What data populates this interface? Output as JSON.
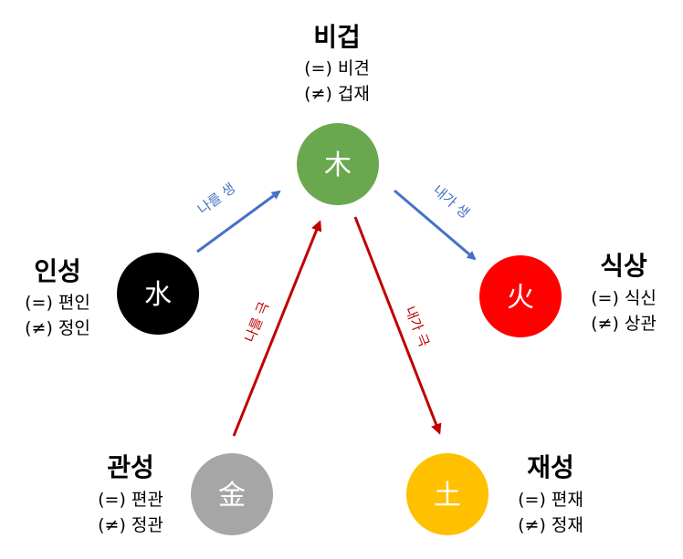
{
  "colors": {
    "wood": "#6aa84f",
    "fire": "#ff0000",
    "earth": "#ffc000",
    "metal": "#a6a6a6",
    "water": "#000000",
    "generate_arrow": "#4472c4",
    "control_arrow": "#c00000"
  },
  "elements": {
    "wood": "木",
    "fire": "火",
    "earth": "土",
    "metal": "金",
    "water": "水"
  },
  "groups": {
    "bigeop": {
      "title": "비겁",
      "same": "(=) 비견",
      "diff": "(≠) 겁재"
    },
    "insung": {
      "title": "인성",
      "same": "(=) 편인",
      "diff": "(≠) 정인"
    },
    "siksang": {
      "title": "식상",
      "same": "(=) 식신",
      "diff": "(≠) 상관"
    },
    "gwanseong": {
      "title": "관성",
      "same": "(=) 편관",
      "diff": "(≠) 정관"
    },
    "jaeseong": {
      "title": "재성",
      "same": "(=) 편재",
      "diff": "(≠) 정재"
    }
  },
  "arrows": {
    "water_to_wood": "나를 생",
    "wood_to_fire": "내가 생",
    "metal_to_wood": "나를 극",
    "wood_to_earth": "내가 극"
  }
}
